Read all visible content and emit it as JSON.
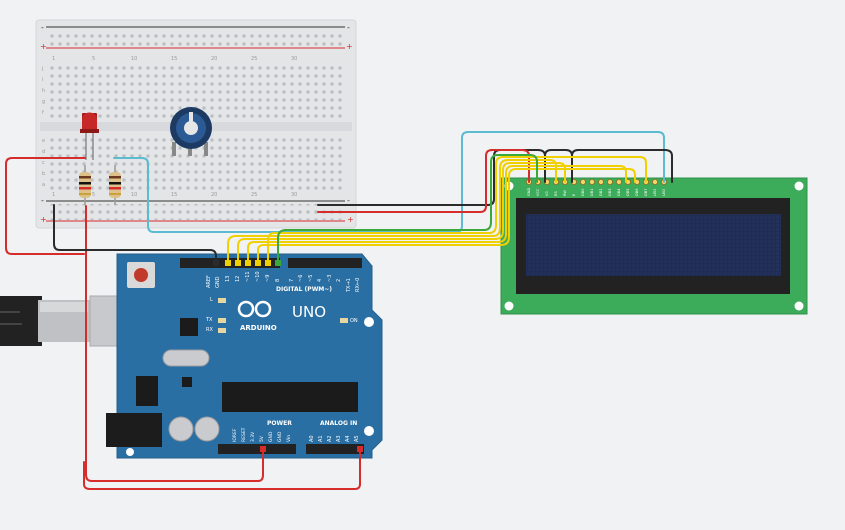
{
  "breadboard": {
    "rail_plus": "+",
    "rail_minus": "-",
    "row_letters_top": [
      "j",
      "i",
      "h",
      "g",
      "f"
    ],
    "row_letters_bottom": [
      "e",
      "d",
      "c",
      "b",
      "a"
    ],
    "column_labels": [
      "1",
      "5",
      "10",
      "15",
      "20",
      "25",
      "30"
    ]
  },
  "arduino": {
    "brand": "ARDUINO",
    "model": "UNO",
    "digital_label": "DIGITAL (PWM~)",
    "power_label": "POWER",
    "analog_label": "ANALOG IN",
    "on_label": "ON",
    "l_label": "L",
    "tx_label": "TX",
    "rx_label": "RX",
    "aref": "AREF",
    "gnd": "GND",
    "digital_pins": [
      "13",
      "12",
      "~11",
      "~10",
      "~9",
      "8",
      "7",
      "~6",
      "~5",
      "4",
      "~3",
      "2",
      "TX→1",
      "RX←0"
    ],
    "power_pins": [
      "IOREF",
      "RESET",
      "3.3V",
      "5V",
      "GND",
      "GND",
      "Vin"
    ],
    "analog_pins": [
      "A0",
      "A1",
      "A2",
      "A3",
      "A4",
      "A5"
    ]
  },
  "lcd": {
    "pin_labels": [
      "GND",
      "VCC",
      "V0",
      "RS",
      "RW",
      "E",
      "DB0",
      "DB1",
      "DB2",
      "DB3",
      "DB4",
      "DB5",
      "DB6",
      "DB7",
      "LED",
      "LED"
    ]
  },
  "colors": {
    "wire_red": "#d62c2c",
    "wire_black": "#2b2b2b",
    "wire_cyan": "#5bbbd0",
    "wire_yellow": "#f0d000",
    "wire_green": "#3aa83a",
    "board_blue": "#2a6fa3",
    "lcd_green": "#3cab5a",
    "lcd_screen": "#1e2b4d"
  }
}
